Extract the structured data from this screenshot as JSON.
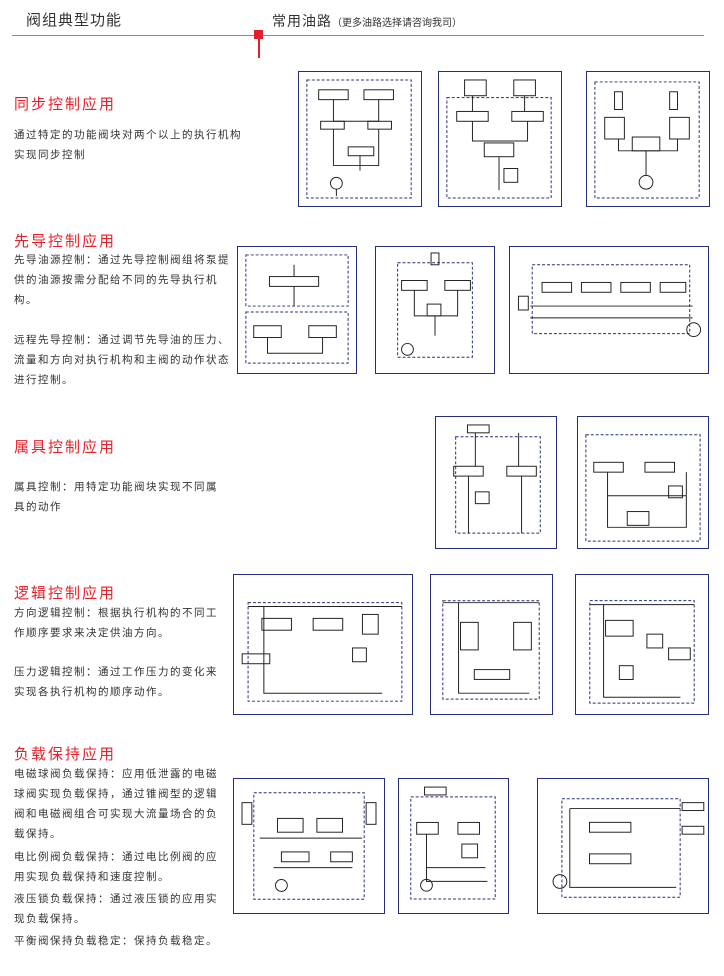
{
  "header": {
    "left_title": "阀组典型功能",
    "right_title": "常用油路",
    "right_note": "（更多油路选择请咨询我司）"
  },
  "colors": {
    "accent_red": "#e8202a",
    "rule_orange": "#e8702a",
    "frame_navy": "#26307a"
  },
  "sections": [
    {
      "title": "同步控制应用",
      "paragraphs": [
        "通过特定的功能阀块对两个以上的执行机构实现同步控制"
      ]
    },
    {
      "title": "先导控制应用",
      "paragraphs": [
        "先导油源控制：通过先导控制阀组将泵提供的油源按需分配给不同的先导执行机构。",
        "远程先导控制：通过调节先导油的压力、流量和方向对执行机构和主阀的动作状态进行控制。"
      ]
    },
    {
      "title": "属具控制应用",
      "paragraphs": [
        "属具控制：用特定功能阀块实现不同属具的动作"
      ]
    },
    {
      "title": "逻辑控制应用",
      "paragraphs": [
        "方向逻辑控制：根据执行机构的不同工作顺序要求来决定供油方向。",
        "压力逻辑控制：通过工作压力的变化来实现各执行机构的顺序动作。"
      ]
    },
    {
      "title": "负载保持应用",
      "paragraphs": [
        "电磁球阀负载保持：应用低泄露的电磁球阀实现负载保持，通过锥阀型的逻辑阀和电磁阀组合可实现大流量场合的负载保持。",
        "电比例阀负载保持：通过电比例阀的应用实现负载保持和速度控制。",
        "液压锁负载保持：通过液压锁的应用实现负载保持。",
        "平衡阀保持负载稳定：保持负载稳定。"
      ]
    }
  ]
}
